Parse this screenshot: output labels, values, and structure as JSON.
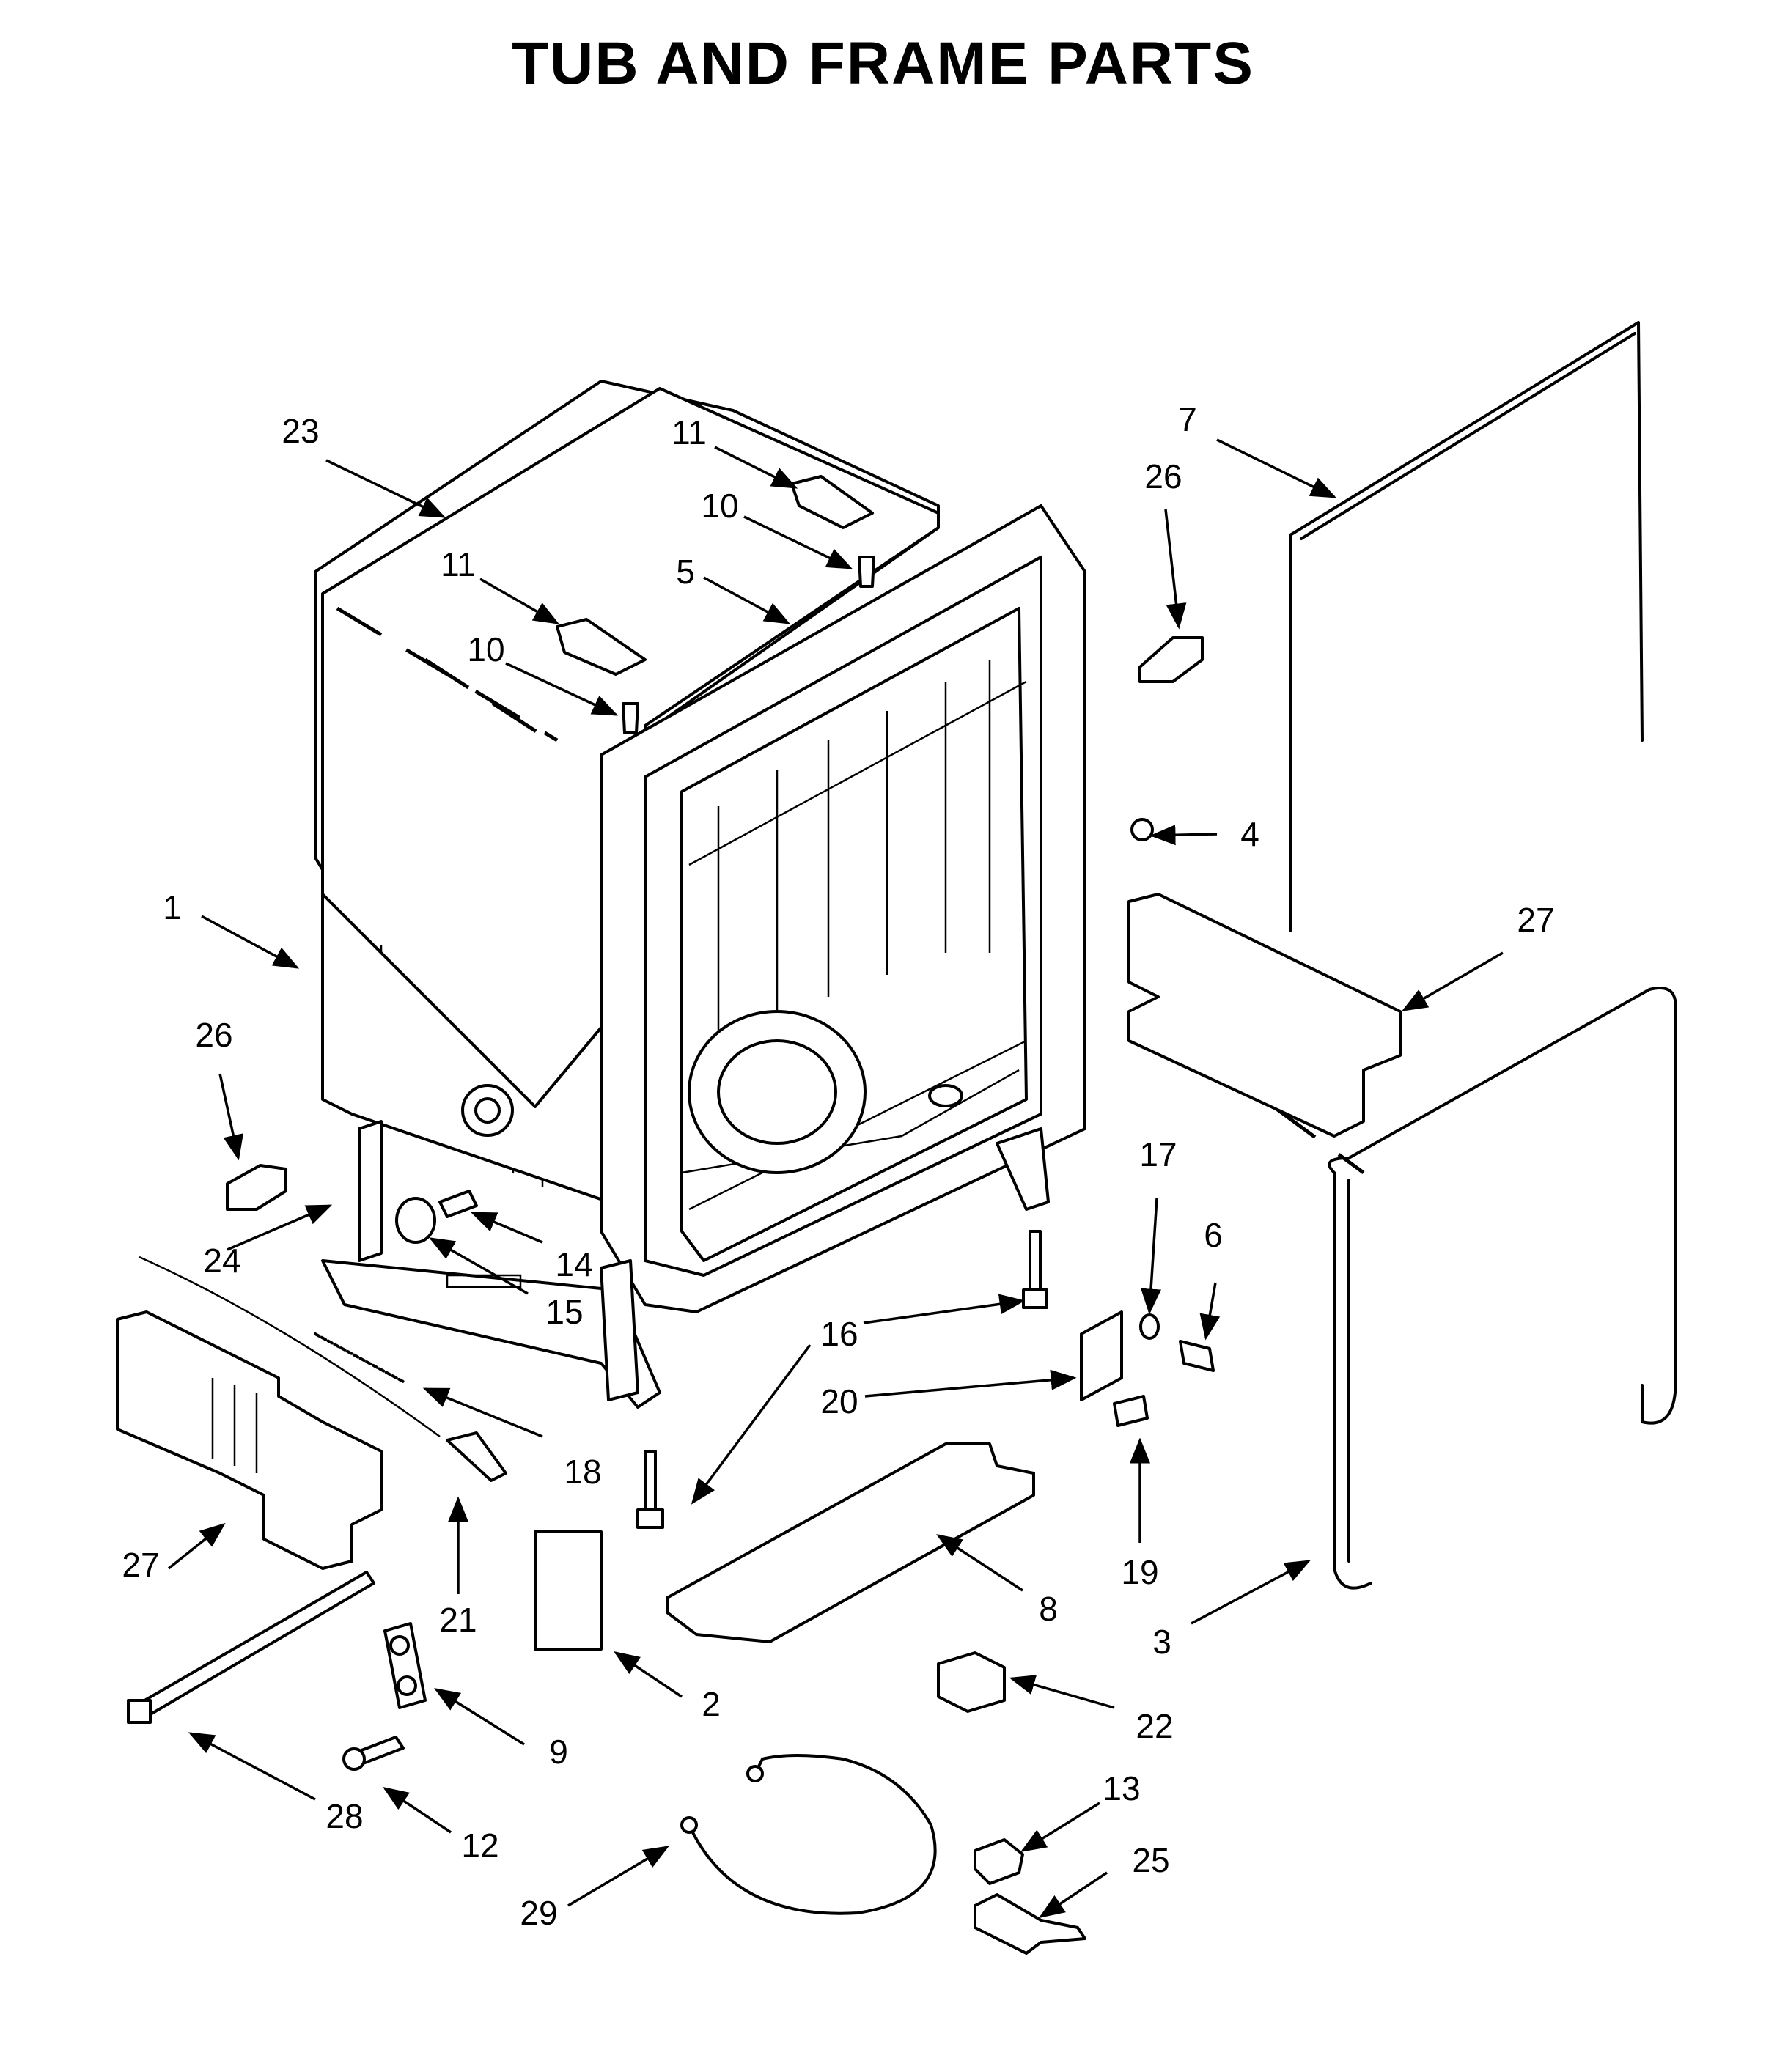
{
  "title": "TUB AND FRAME PARTS",
  "callouts": [
    {
      "label": "23",
      "part": "tub-cover"
    },
    {
      "label": "11",
      "part": "mounting-bracket-top"
    },
    {
      "label": "10",
      "part": "screw-top"
    },
    {
      "label": "11",
      "part": "mounting-bracket-side"
    },
    {
      "label": "10",
      "part": "screw-side"
    },
    {
      "label": "5",
      "part": "tub-slot"
    },
    {
      "label": "7",
      "part": "door-gasket-top"
    },
    {
      "label": "26",
      "part": "corner-cap-right"
    },
    {
      "label": "4",
      "part": "plug"
    },
    {
      "label": "27",
      "part": "insulation-right"
    },
    {
      "label": "1",
      "part": "tub-assembly"
    },
    {
      "label": "26",
      "part": "corner-cap-left"
    },
    {
      "label": "24",
      "part": "side-frame"
    },
    {
      "label": "14",
      "part": "screw"
    },
    {
      "label": "15",
      "part": "wheel"
    },
    {
      "label": "17",
      "part": "washer"
    },
    {
      "label": "6",
      "part": "screw-right"
    },
    {
      "label": "16",
      "part": "leveling-leg-right"
    },
    {
      "label": "16",
      "part": "leveling-leg-left"
    },
    {
      "label": "20",
      "part": "plate"
    },
    {
      "label": "18",
      "part": "spring"
    },
    {
      "label": "27",
      "part": "insulation-left"
    },
    {
      "label": "21",
      "part": "wire-clip"
    },
    {
      "label": "19",
      "part": "bolt"
    },
    {
      "label": "8",
      "part": "base-plate"
    },
    {
      "label": "3",
      "part": "door-gasket-u"
    },
    {
      "label": "2",
      "part": "label-card"
    },
    {
      "label": "22",
      "part": "clip"
    },
    {
      "label": "9",
      "part": "hinge-bracket"
    },
    {
      "label": "28",
      "part": "cable-tie"
    },
    {
      "label": "12",
      "part": "bolt-small"
    },
    {
      "label": "13",
      "part": "sensor"
    },
    {
      "label": "25",
      "part": "sensor-bracket"
    },
    {
      "label": "29",
      "part": "wire-harness"
    }
  ]
}
